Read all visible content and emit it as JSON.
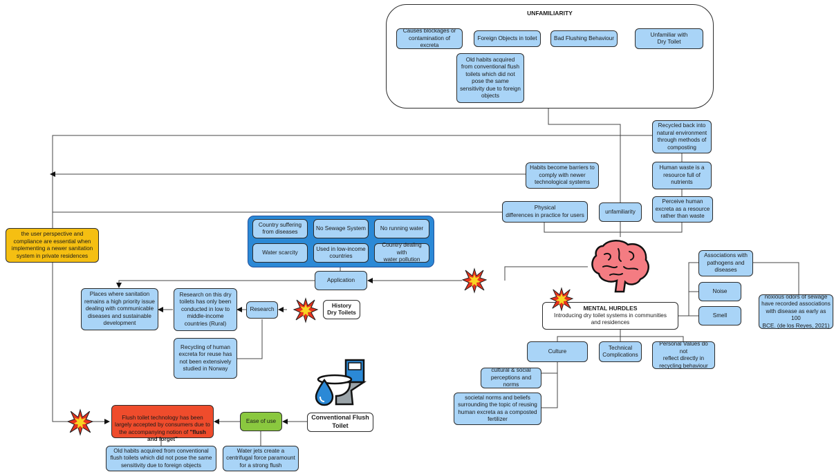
{
  "unfamiliarity": {
    "title": "UNFAMILIARITY",
    "causes_blockages": "Causes blockages or\ncontamination of excreta",
    "foreign_objects": "Foreign Objects in toilet",
    "bad_flushing": "Bad Flushing Behaviour",
    "unfamiliar_dry": "Unfamiliar with\nDry Toilet",
    "old_habits": "Old habits acquired\nfrom conventional flush\ntoilets which did not\npose the same\nsensitivity due to foreign\nobjects"
  },
  "resource": {
    "recycled": "Recycled back into\nnatural environment\nthrough methods of\ncomposting",
    "human_waste": "Human waste is a\nresource full of\nnutrients",
    "perceive": "Perceive human\nexcreta as a resource\nrather than waste"
  },
  "barriers": {
    "habits": "Habits become barriers to\ncomply with newer\ntechnological systems",
    "physical": "Physical\ndifferences in practice for users",
    "unfamiliarity_label": "unfamiliarity"
  },
  "user_perspective": "the user perspective and\ncompliance are essential when\nimplementing a newer sanitation\nsystem in private residences",
  "application_group": {
    "items": [
      "Country suffering\nfrom diseases",
      "No Sewage System",
      "No running water",
      "Water scarcity",
      "Used in low-income\ncountries",
      "Country dealing with\nwater pollution"
    ]
  },
  "application": "Application",
  "history": "History\nDry Toilets",
  "research": {
    "label": "Research",
    "places": "Places where sanitation\nremains a high priority issue\ndealing with communicable\ndiseases and sustainable\ndevelopment",
    "conducted": "Research on this dry\ntoilets has only been\nconducted in low to\nmiddle-income\ncountries (Rural)",
    "recycling": "Recycling of human\nexcreta for reuse has\nnot been extensively\nstudied in Norway"
  },
  "mental_hurdles": {
    "title": "MENTAL HURDLES",
    "subtitle": "Introducing dry toilet systems in communities\nand residences"
  },
  "senses": {
    "pathogens": "Associations with\npathogens and\ndiseases",
    "noise": "Noise",
    "smell": "Smell",
    "noxious": "noxious odors of sewage\nhave recorded associations\nwith disease as early as 100\nBCE. (de los Reyes, 2021)"
  },
  "culture": {
    "label": "Culture",
    "technical": "Technical\nComplications",
    "values": "Personal Values do not\nreflect directly in\nrecycling behaviour",
    "perceptions": "cultural & social\nperceptions and norms",
    "norms": "societal norms and beliefs\nsurrounding the topic of reusing\nhuman excreta as a composted\nfertilizer"
  },
  "conventional": {
    "label": "Conventional Flush\nToilet",
    "ease": "Ease of use",
    "flush_pre": "Flush toilet technology has been\nlargely accepted by consumers due to\nthe accompanying notion of ",
    "flush_bold": "\"flush\nand forget\"",
    "old_habits": "Old habits acquired from conventional\nflush toilets which did not pose the same\nsensitivity due to foreign objects",
    "water_jets": "Water jets create a\ncentrifugal force paramount\nfor a strong flush"
  },
  "icons": [
    "brain-icon",
    "explosion-icon",
    "toilet-icon",
    "water-drop-icon"
  ],
  "colors": {
    "node_blue": "#a9d4f7",
    "group_blue": "#2b89d6",
    "yellow": "#f5bf12",
    "red": "#ef4c2c",
    "green": "#8ac83f",
    "brain_pink": "#f47c82"
  }
}
